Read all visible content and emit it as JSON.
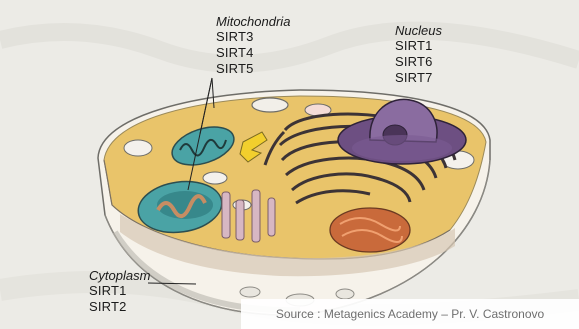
{
  "labels": {
    "mitochondria": {
      "heading": "Mitochondria",
      "items": [
        "SIRT3",
        "SIRT4",
        "SIRT5"
      ]
    },
    "nucleus": {
      "heading": "Nucleus",
      "items": [
        "SIRT1",
        "SIRT6",
        "SIRT7"
      ]
    },
    "cytoplasm": {
      "heading": "Cytoplasm",
      "items": [
        "SIRT1",
        "SIRT2"
      ]
    }
  },
  "source": "Source : Metagenics Academy – Pr. V. Castronovo",
  "colors": {
    "background": "#ecebe6",
    "cytoplasm": "#e9c46a",
    "mitochondria": "#4aa3a5",
    "nucleus": "#6d4f82",
    "er": "#3c3336",
    "golgi": "#c96a3b"
  }
}
